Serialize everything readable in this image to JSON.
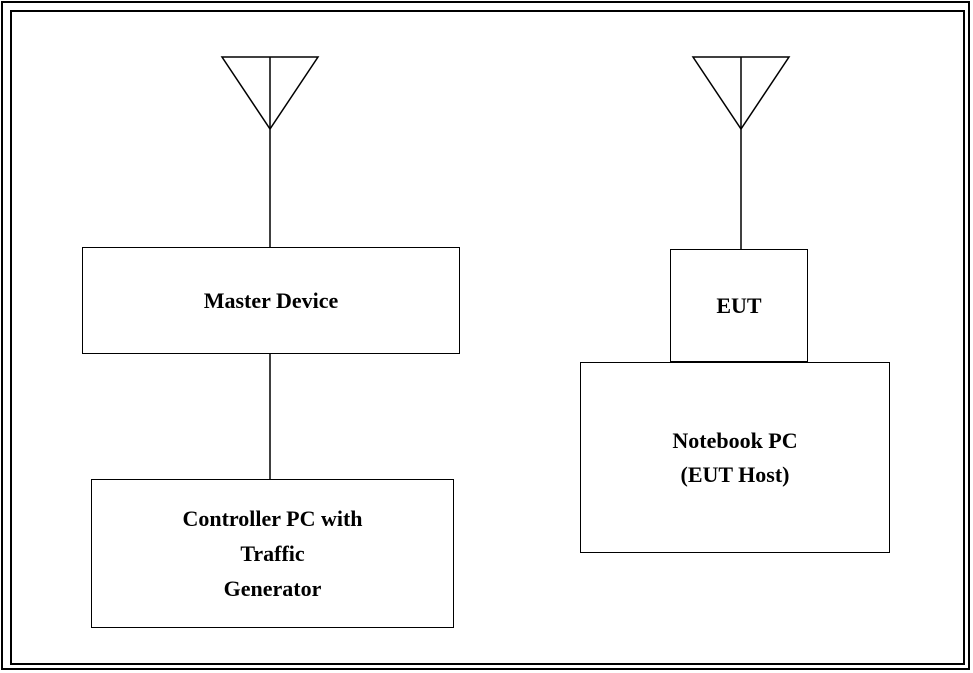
{
  "diagram": {
    "master_device": {
      "label": "Master Device"
    },
    "controller_pc": {
      "lines": [
        "Controller PC with",
        "Traffic",
        "Generator"
      ]
    },
    "eut": {
      "label": "EUT"
    },
    "notebook_pc": {
      "lines": [
        "Notebook PC",
        "(EUT Host)"
      ]
    }
  }
}
